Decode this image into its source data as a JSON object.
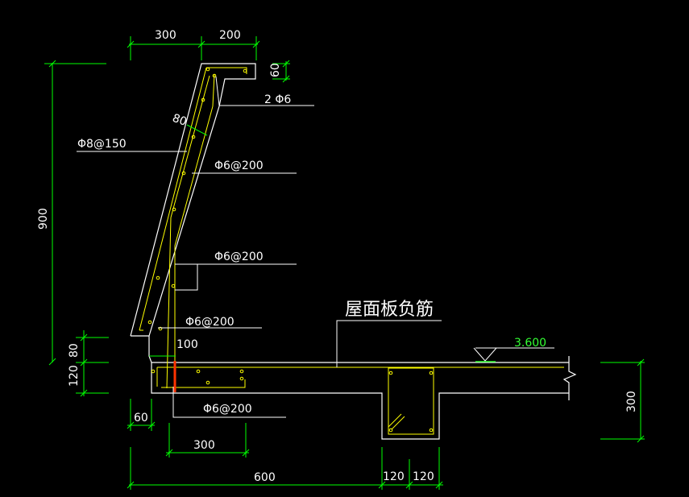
{
  "colors": {
    "background": "#000000",
    "outline": "#ffffff",
    "rebar": "#ffff00",
    "dimension": "#00ff00",
    "highlight": "#ff3300",
    "elevation_text": "#33ff33"
  },
  "dimensions": {
    "top_left": "300",
    "top_right": "200",
    "cap_height": "60",
    "parapet_height": "900",
    "slope_width": "80",
    "lower_80": "80",
    "lower_120": "120",
    "ledge_60": "60",
    "span_300": "300",
    "total_600": "600",
    "beam_left_120": "120",
    "beam_right_120": "120",
    "beam_depth": "300",
    "gap_100": "100"
  },
  "labels": {
    "rebar_top": "2 Φ6",
    "rebar_slope": "Φ8@150",
    "rebar_mid1": "Φ6@200",
    "rebar_mid2": "Φ6@200",
    "rebar_low": "Φ6@200",
    "rebar_bottom": "Φ6@200",
    "roof_rebar": "屋面板负筋",
    "elevation": "3.600"
  },
  "icons": [
    "elevation-marker-icon",
    "break-line-icon"
  ]
}
